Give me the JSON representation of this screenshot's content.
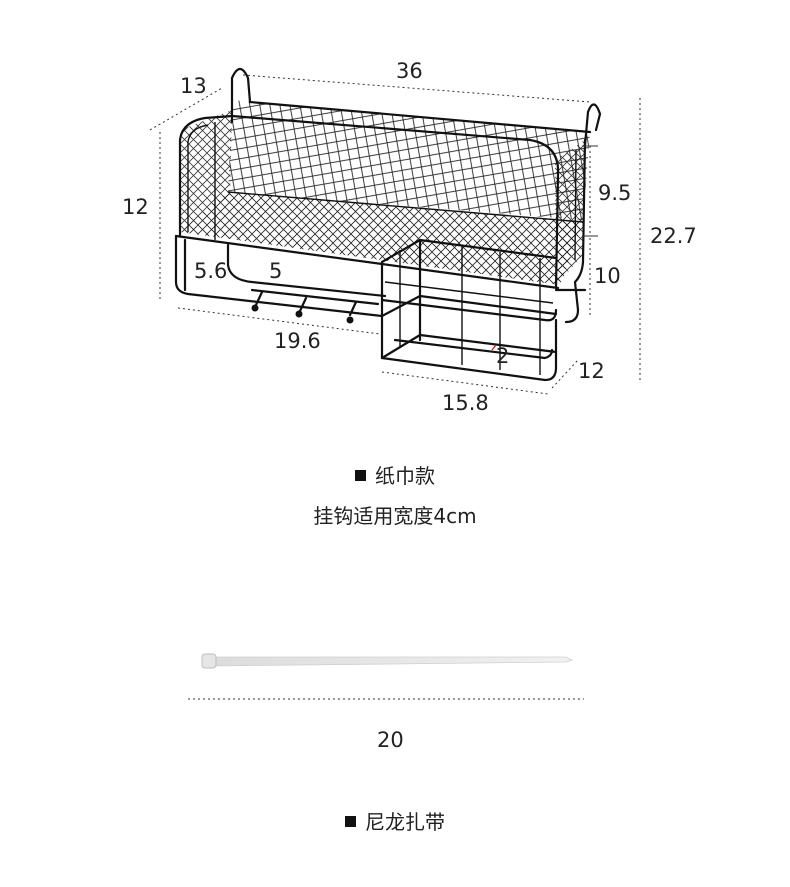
{
  "basket": {
    "dims": {
      "width_top": "36",
      "depth_top": "13",
      "height_left": "12",
      "upper_right": "9.5",
      "total_height": "22.7",
      "lower_right": "10",
      "hook_offset": "5.6",
      "hook_gap": "5",
      "hook_bar": "19.6",
      "drawer_width": "15.8",
      "drawer_depth": "12",
      "drawer_slot": "2"
    },
    "caption": "纸巾款",
    "note": "挂钩适用宽度4cm"
  },
  "cable_tie": {
    "length": "20",
    "caption": "尼龙扎带"
  }
}
